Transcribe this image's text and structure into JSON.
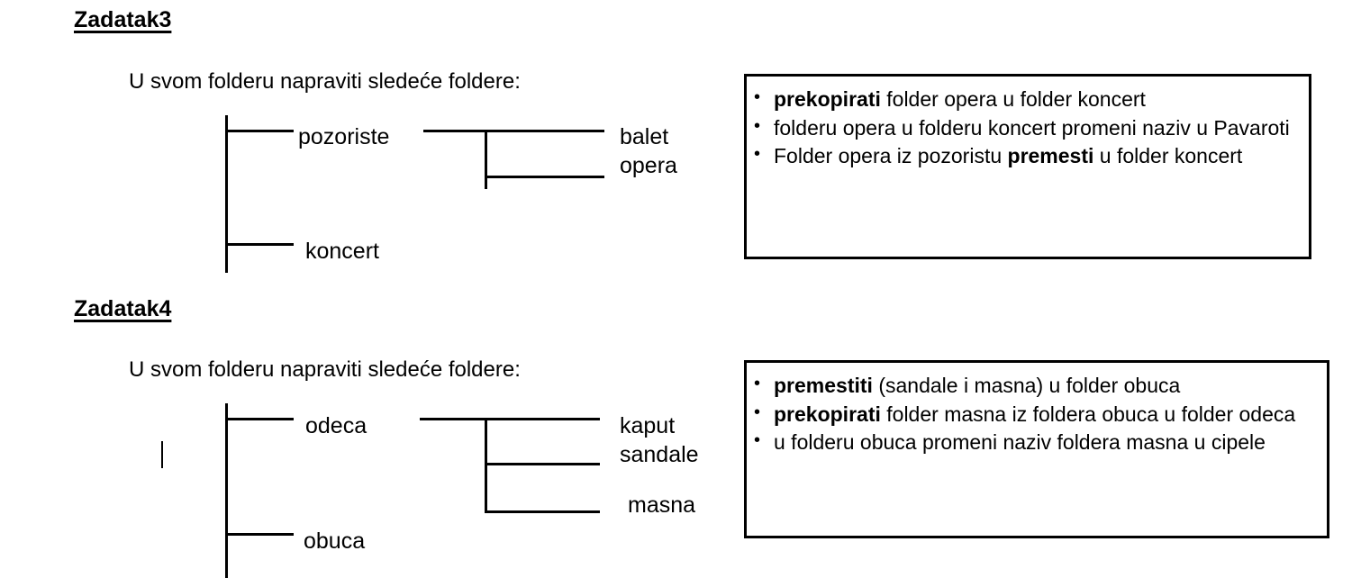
{
  "page": {
    "background": "#ffffff",
    "ink": "#000000"
  },
  "tasks": [
    {
      "heading": "Zadatak3",
      "intro": "U svom folderu napraviti sledeće foldere:",
      "tree": {
        "level1": [
          "pozoriste",
          "koncert"
        ],
        "level2_parent": "pozoriste",
        "level2": [
          "balet",
          "opera"
        ]
      },
      "instructions": [
        {
          "bold_lead": "prekopirati",
          "rest": " folder opera u folder koncert",
          "tail_bold": "",
          "tail_rest": ""
        },
        {
          "bold_lead": "",
          "rest": "folderu opera u folderu koncert promeni naziv u Pavaroti",
          "tail_bold": "",
          "tail_rest": ""
        },
        {
          "bold_lead": "",
          "rest": "Folder opera iz pozoristu ",
          "tail_bold": "premesti",
          "tail_rest": " u folder koncert"
        }
      ]
    },
    {
      "heading": "Zadatak4",
      "intro": "U svom folderu napraviti sledeće foldere:",
      "tree": {
        "level1": [
          "odeca",
          "obuca"
        ],
        "level2_parent": "odeca",
        "level2": [
          "kaput",
          "sandale",
          "masna"
        ]
      },
      "instructions": [
        {
          "bold_lead": "premestiti",
          "rest": " (sandale i masna) u folder obuca",
          "tail_bold": "",
          "tail_rest": ""
        },
        {
          "bold_lead": "prekopirati",
          "rest": " folder masna iz foldera obuca u folder odeca",
          "tail_bold": "",
          "tail_rest": ""
        },
        {
          "bold_lead": "",
          "rest": "u folderu obuca promeni naziv foldera masna u cipele",
          "tail_bold": "",
          "tail_rest": ""
        }
      ]
    }
  ]
}
